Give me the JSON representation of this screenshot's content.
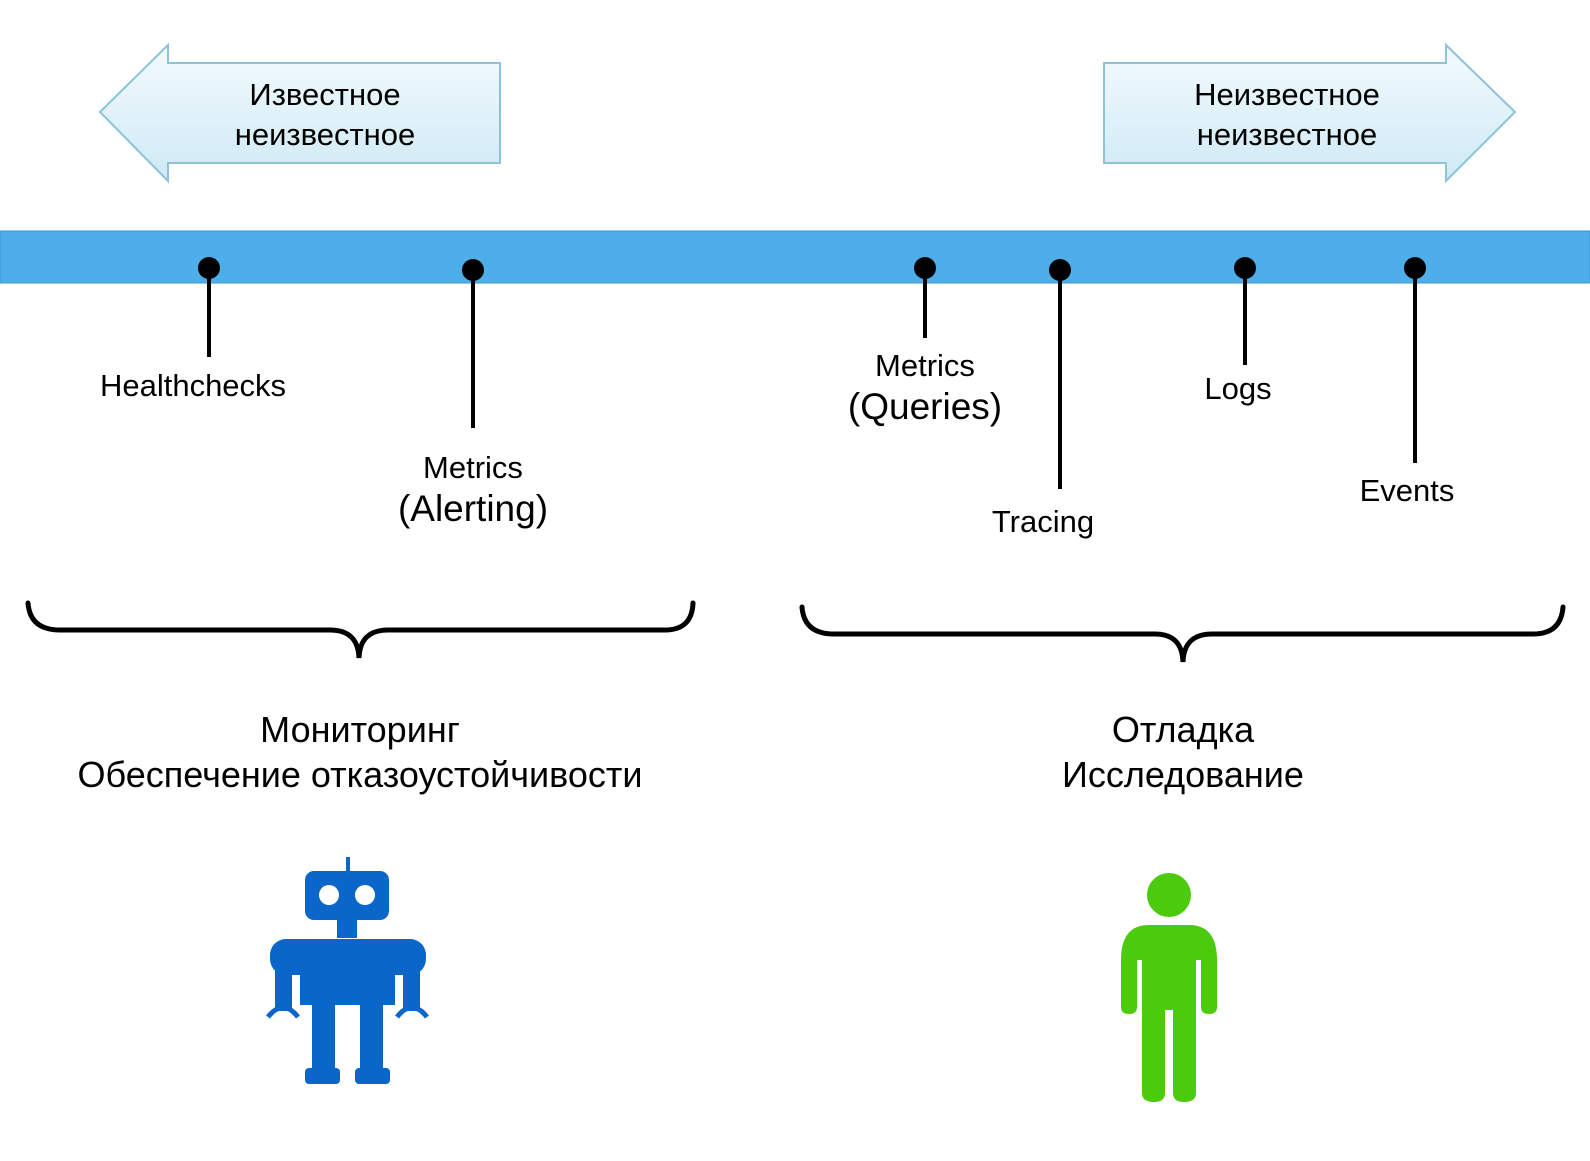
{
  "arrows": {
    "left": {
      "line1": "Известное",
      "line2": "неизвестное"
    },
    "right": {
      "line1": "Неизвестное",
      "line2": "неизвестное"
    }
  },
  "timeline": {
    "items": [
      {
        "line1": "Healthchecks",
        "line2": ""
      },
      {
        "line1": "Metrics",
        "line2": "(Alerting)"
      },
      {
        "line1": "Metrics",
        "line2": "(Queries)"
      },
      {
        "line1": "Tracing",
        "line2": ""
      },
      {
        "line1": "Logs",
        "line2": ""
      },
      {
        "line1": "Events",
        "line2": ""
      }
    ]
  },
  "groups": {
    "left": {
      "line1": "Мониторинг",
      "line2": "Обеспечение отказоустойчивости",
      "icon": "robot-icon"
    },
    "right": {
      "line1": "Отладка",
      "line2": "Исследование",
      "icon": "person-icon"
    }
  },
  "colors": {
    "timeline_band": "#4eaee9",
    "arrow_fill": "#dcf0f8",
    "arrow_stroke": "#8cc3d8",
    "robot": "#0a66c8",
    "person": "#4ccb0e"
  }
}
